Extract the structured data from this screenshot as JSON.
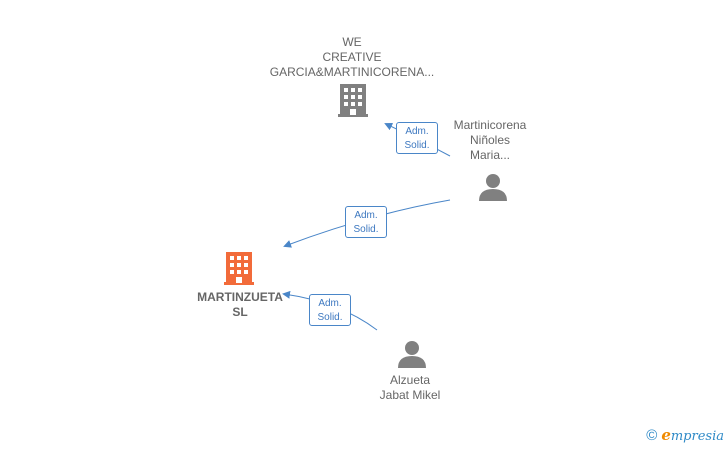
{
  "nodes": {
    "we_creative": {
      "lines": [
        "WE",
        "CREATIVE",
        "GARCIA&MARTINICORENA..."
      ],
      "type": "company",
      "color": "#808080"
    },
    "martinzueta": {
      "lines": [
        "MARTINZUETA",
        "SL"
      ],
      "type": "company",
      "color": "#f26b3a"
    },
    "martinicorena": {
      "lines": [
        "Martinicorena",
        "Niñoles",
        "Maria..."
      ],
      "type": "person",
      "color": "#808080"
    },
    "alzueta": {
      "lines": [
        "Alzueta",
        "Jabat Mikel"
      ],
      "type": "person",
      "color": "#808080"
    }
  },
  "edges": [
    {
      "from": "martinicorena",
      "to": "we_creative",
      "line1": "Adm.",
      "line2": "Solid."
    },
    {
      "from": "martinicorena",
      "to": "martinzueta",
      "line1": "Adm.",
      "line2": "Solid."
    },
    {
      "from": "alzueta",
      "to": "martinzueta",
      "line1": "Adm.",
      "line2": "Solid."
    }
  ],
  "colors": {
    "edge": "#4a86c8",
    "label": "#666666",
    "highlight_company": "#f26b3a"
  },
  "footer": {
    "copyright": "©",
    "brand_first": "e",
    "brand_rest": "mpresia"
  }
}
